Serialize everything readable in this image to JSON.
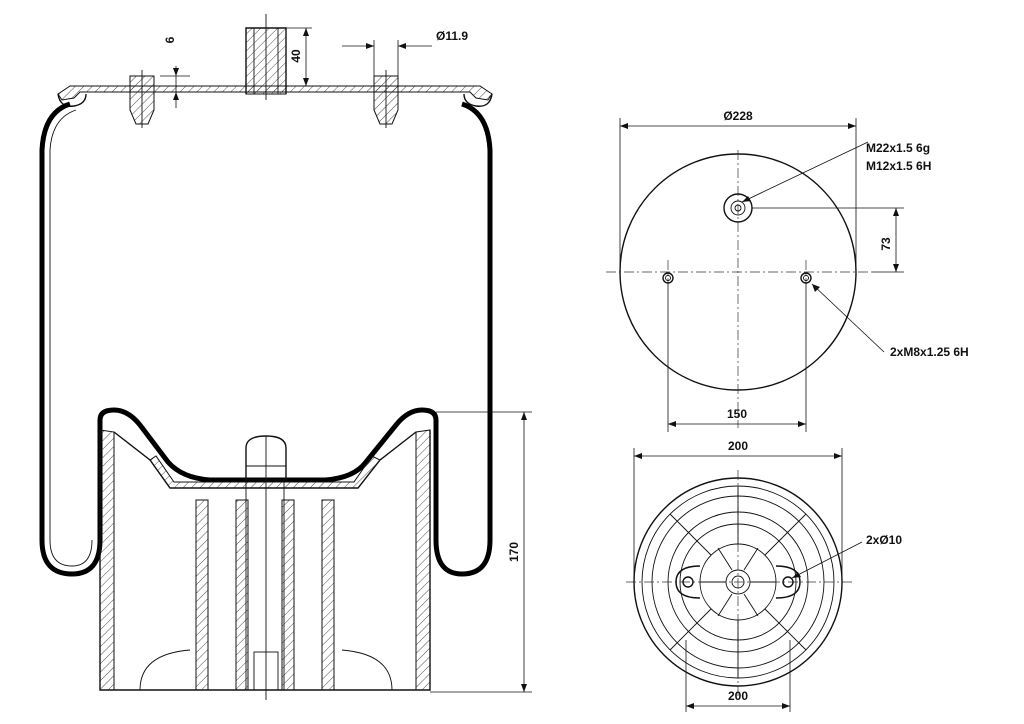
{
  "side_view": {
    "dim_thread_depth": "6",
    "dim_stud_height": "40",
    "dim_hole_diameter": "Ø11.9",
    "dim_height": "170"
  },
  "top_view": {
    "dim_diameter": "Ø228",
    "callout_thread_1": "M22x1.5 6g",
    "callout_thread_2": "M12x1.5 6H",
    "dim_offset": "73",
    "callout_bolts": "2xM8x1.25 6H",
    "dim_bolt_spacing": "150"
  },
  "bottom_view": {
    "dim_diameter_top": "200",
    "dim_diameter_bottom": "200",
    "callout_holes": "2xØ10"
  }
}
